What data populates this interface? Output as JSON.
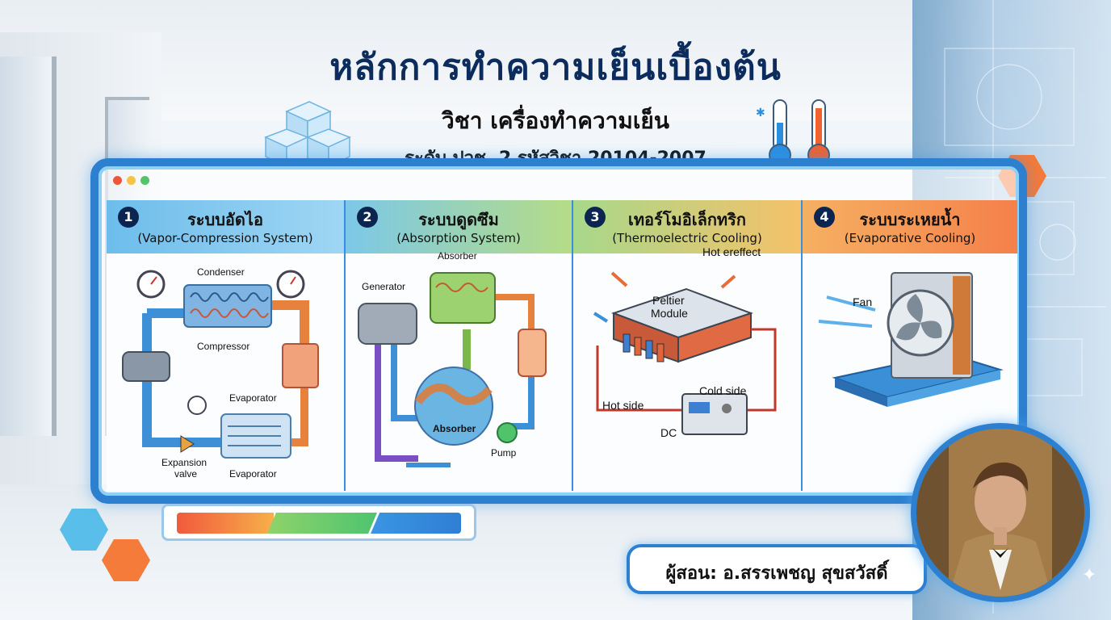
{
  "header": {
    "title": "หลักการทำความเย็นเบื้องต้น",
    "subject": "วิชา เครื่องทำความเย็น",
    "course": "ระดับ ปวช. 2 รหัสวิชา 20104-2007"
  },
  "panels": [
    {
      "number": "1",
      "title": "ระบบอัดไอ",
      "subtitle": "(Vapor-Compression System)",
      "labels": {
        "condenser": "Condenser",
        "compressor": "Compressor",
        "evaporator_top": "Evaporator",
        "expansion": "Expansion",
        "valve": "valve",
        "evaporator_bottom": "Evaporator"
      }
    },
    {
      "number": "2",
      "title": "ระบบดูดซึม",
      "subtitle": "(Absorption System)",
      "labels": {
        "absorber_top": "Absorber",
        "generator": "Generator",
        "absorber_bottom": "Absorber",
        "pump": "Pump"
      }
    },
    {
      "number": "3",
      "title": "เทอร์โมอิเล็กทริก",
      "subtitle": "(Thermoelectric Cooling)",
      "labels": {
        "hot_effect": "Hot ereffect",
        "peltier": "Peltier",
        "module": "Module",
        "hot_side": "Hot side",
        "cold_side": "Cold side",
        "dc": "DC"
      }
    },
    {
      "number": "4",
      "title": "ระบบระเหยน้ำ",
      "subtitle": "(Evaporative Cooling)",
      "labels": {
        "fan": "Fan"
      }
    }
  ],
  "teacher": {
    "label": "ผู้สอน: อ.สรรเพชญ สุขสวัสดิ์"
  },
  "colors": {
    "frame": "#2d7fd0",
    "panel1_header": "#7fc6ef",
    "panel2_header": "#a8d58a",
    "panel3_header": "#f6c96a",
    "panel4_header": "#f5864a",
    "title": "#0c2c5e"
  },
  "icons": [
    "ice-cubes-icon",
    "thermometer-cold-icon",
    "thermometer-hot-icon",
    "avatar-photo"
  ]
}
